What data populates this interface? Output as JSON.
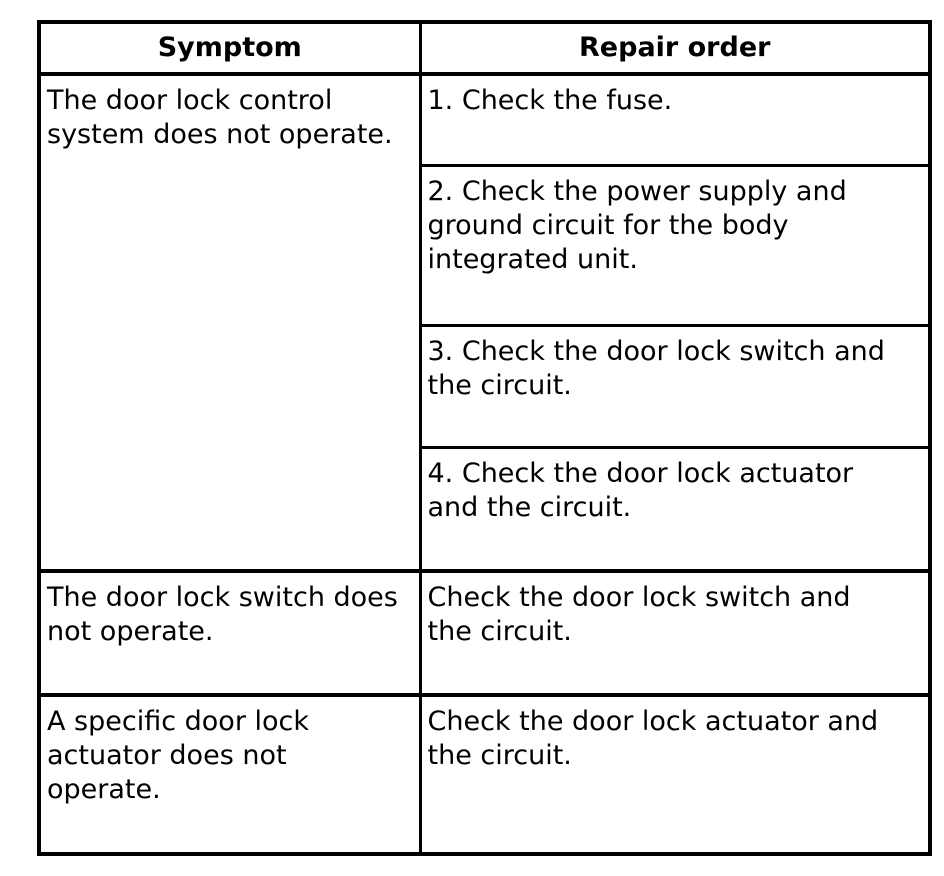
{
  "page": {
    "background_color": "#ffffff",
    "text_color": "#000000",
    "border_color": "#000000"
  },
  "table": {
    "headers": {
      "symptom": "Symptom",
      "repair_order": "Repair order"
    },
    "rows": [
      {
        "symptom": "The door lock control system does not operate.",
        "repairs": [
          "1. Check the fuse.",
          "2. Check the power supply and ground circuit for the body integrated unit.",
          "3. Check the door lock switch and the circuit.",
          "4. Check the door lock actuator and the circuit."
        ]
      },
      {
        "symptom": "The door lock switch does not operate.",
        "repairs": [
          "Check the door lock switch and the circuit."
        ]
      },
      {
        "symptom": "A specific door lock actuator does not operate.",
        "repairs": [
          "Check the door lock actuator and the circuit."
        ]
      }
    ]
  }
}
